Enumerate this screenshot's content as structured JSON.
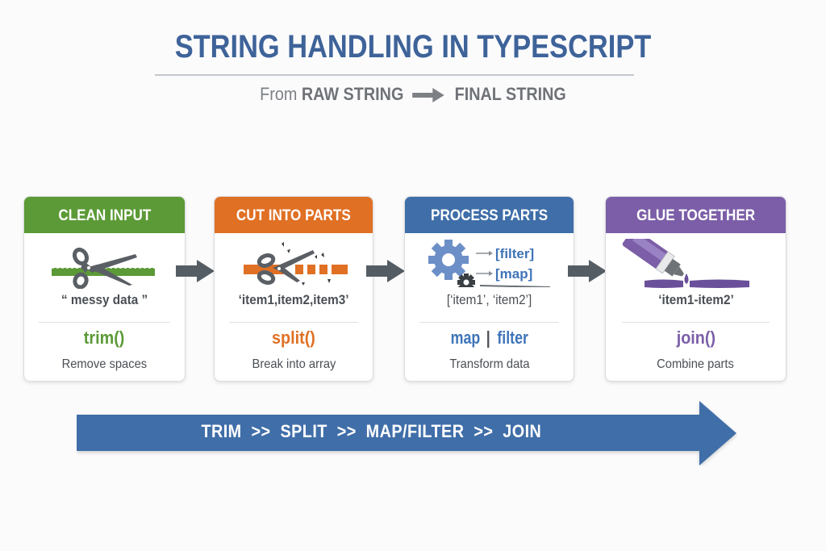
{
  "header": {
    "title": "STRING HANDLING IN TYPESCRIPT",
    "subtitle_prefix": "From",
    "subtitle_from": "RAW STRING",
    "subtitle_to": "FINAL STRING"
  },
  "colors": {
    "title": "#3e6399",
    "green": "#5b9a36",
    "orange": "#e07024",
    "blue": "#3f6ea8",
    "purple": "#7b5ea7",
    "connector": "#555d64",
    "pipeline": "#3f6ea8"
  },
  "steps": [
    {
      "header": "CLEAN INPUT",
      "icon": "scissors-trimming-strip-icon",
      "example": "“ messy data ”",
      "method": "trim()",
      "description": "Remove spaces"
    },
    {
      "header": "CUT INTO PARTS",
      "icon": "scissors-cutting-pieces-icon",
      "example": "‘item1,item2,item3’",
      "method": "split()",
      "description": "Break into array"
    },
    {
      "header": "PROCESS PARTS",
      "icon": "gears-icon",
      "icon_labels": [
        "[filter]",
        "[map]"
      ],
      "example": "[‘item1’, ‘item2’]",
      "method_a": "map",
      "method_sep": "|",
      "method_b": "filter",
      "description": "Transform data"
    },
    {
      "header": "GLUE TOGETHER",
      "icon": "glue-tube-icon",
      "example": "‘item1-item2’",
      "method": "join()",
      "description": "Combine parts"
    }
  ],
  "pipeline": {
    "label": "TRIM  >>  SPLIT  >>  MAP/FILTER  >>  JOIN"
  }
}
